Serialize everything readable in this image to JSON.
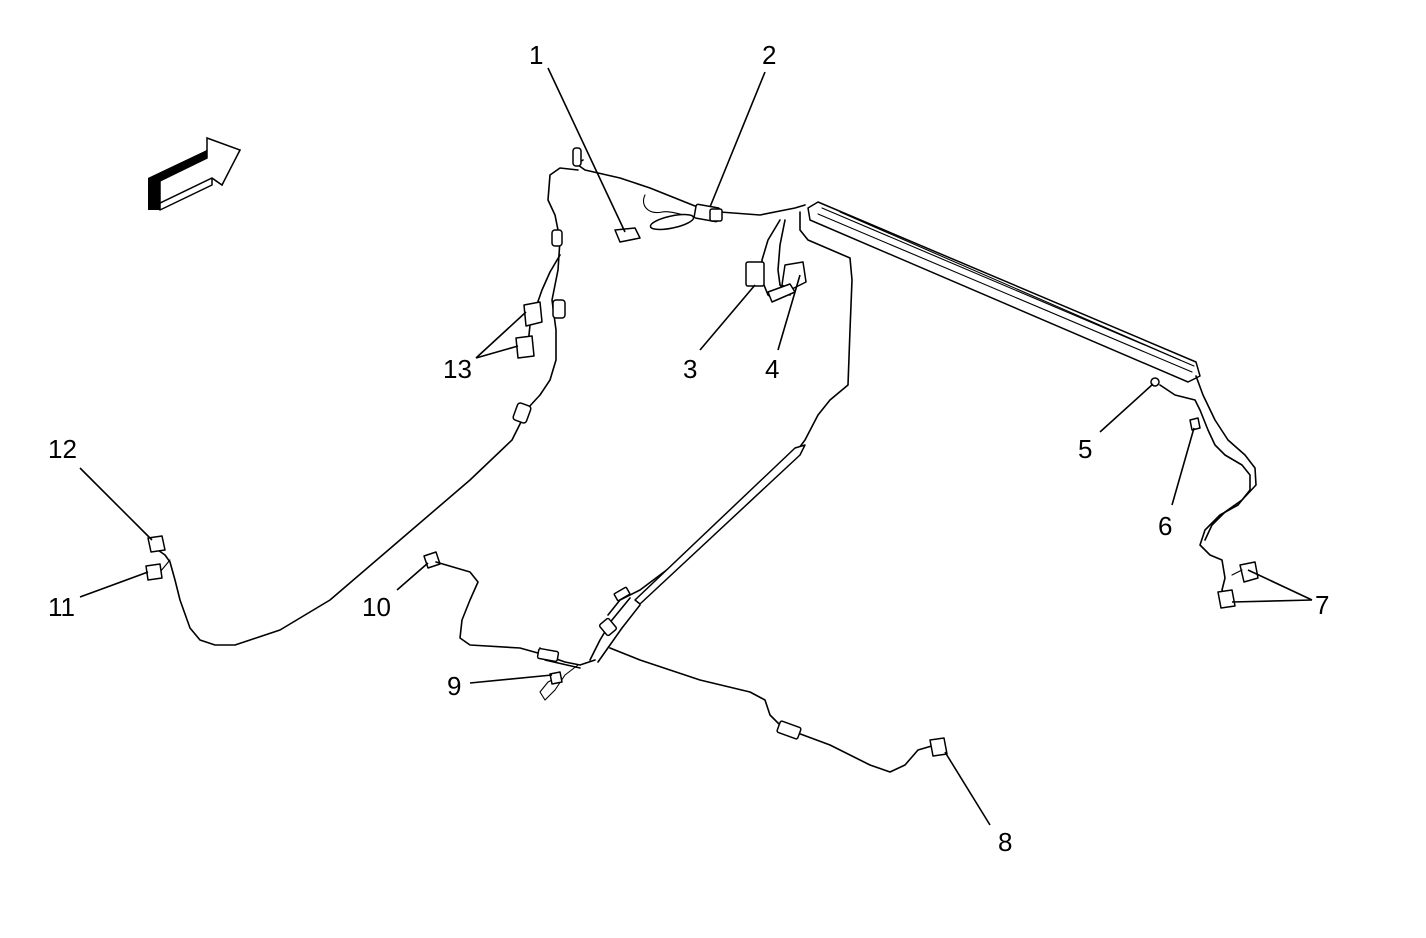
{
  "callouts": [
    {
      "id": "1",
      "label": "1"
    },
    {
      "id": "2",
      "label": "2"
    },
    {
      "id": "3",
      "label": "3"
    },
    {
      "id": "4",
      "label": "4"
    },
    {
      "id": "5",
      "label": "5"
    },
    {
      "id": "6",
      "label": "6"
    },
    {
      "id": "7",
      "label": "7"
    },
    {
      "id": "8",
      "label": "8"
    },
    {
      "id": "9",
      "label": "9"
    },
    {
      "id": "10",
      "label": "10"
    },
    {
      "id": "11",
      "label": "11"
    },
    {
      "id": "12",
      "label": "12"
    },
    {
      "id": "13",
      "label": "13"
    }
  ],
  "colors": {
    "line": "#000000",
    "background": "#ffffff"
  },
  "icons": {
    "direction": "front-direction-arrow-icon"
  }
}
